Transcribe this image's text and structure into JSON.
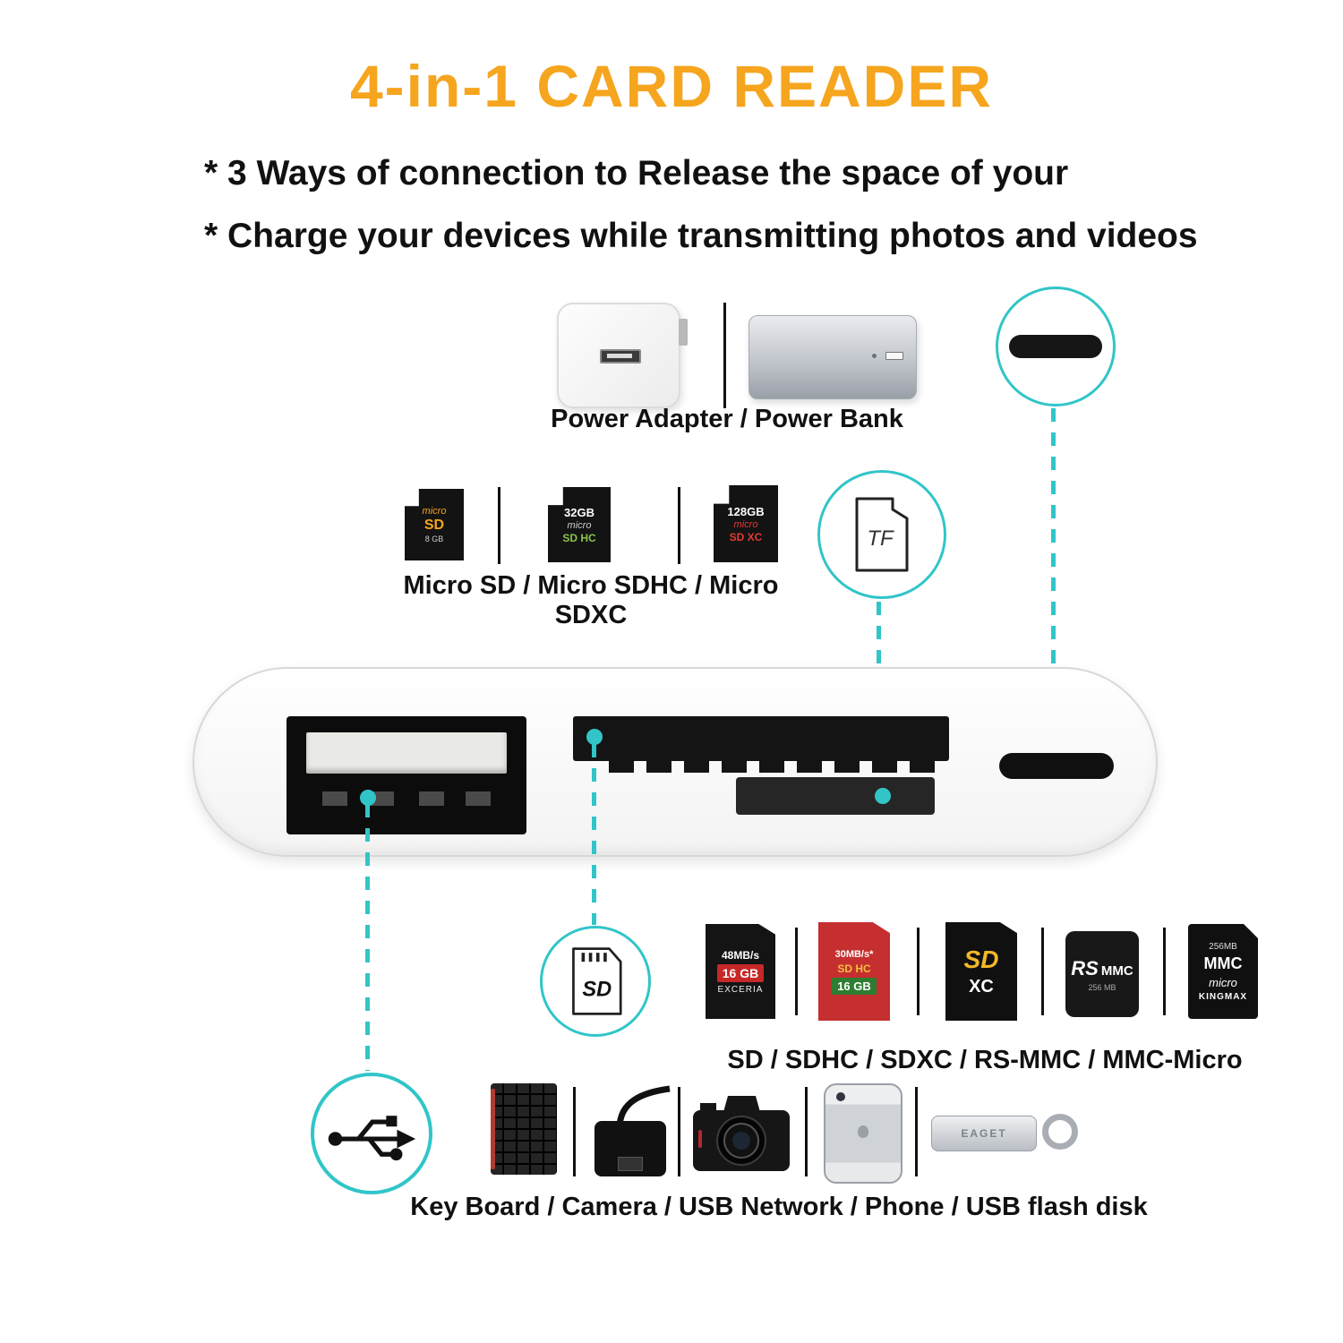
{
  "colors": {
    "orange": "#F6A51E",
    "teal": "#31C5C8",
    "black": "#111111"
  },
  "title": "4-in-1 CARD READER",
  "bullets": {
    "line1": "* 3 Ways of connection to Release the space of your",
    "line2": "* Charge your devices while transmitting photos and videos"
  },
  "power": {
    "label": "Power Adapter / Power Bank"
  },
  "micro_cards": {
    "label": "Micro SD / Micro SDHC / Micro SDXC",
    "card1": {
      "line1": "micro",
      "line2": "SD",
      "line3": "8 GB"
    },
    "card2": {
      "line1": "32GB",
      "line2": "micro",
      "line3": "SD HC"
    },
    "card3": {
      "line1": "128GB",
      "line2": "micro",
      "line3": "SD XC"
    }
  },
  "tf_callout": {
    "label": "TF"
  },
  "sd_callout": {
    "label": "SD"
  },
  "sd_cards": {
    "label": "SD / SDHC / SDXC / RS-MMC / MMC-Micro",
    "card1": {
      "speed": "48MB/s",
      "capacity": "16 GB",
      "brand": "EXCERIA"
    },
    "card2": {
      "speed": "30MB/s*",
      "type": "SD HC",
      "capacity": "16 GB"
    },
    "card3": {
      "logo": "SD",
      "type": "XC"
    },
    "card4": {
      "logo": "RS",
      "type": "MMC",
      "capacity": "256 MB"
    },
    "card5": {
      "capacity": "256MB",
      "logo": "MMC",
      "sub": "micro",
      "brand": "KINGMAX"
    }
  },
  "devices": {
    "label": "Key Board / Camera / USB Network / Phone /  USB flash disk",
    "flash_brand": "EAGET"
  }
}
